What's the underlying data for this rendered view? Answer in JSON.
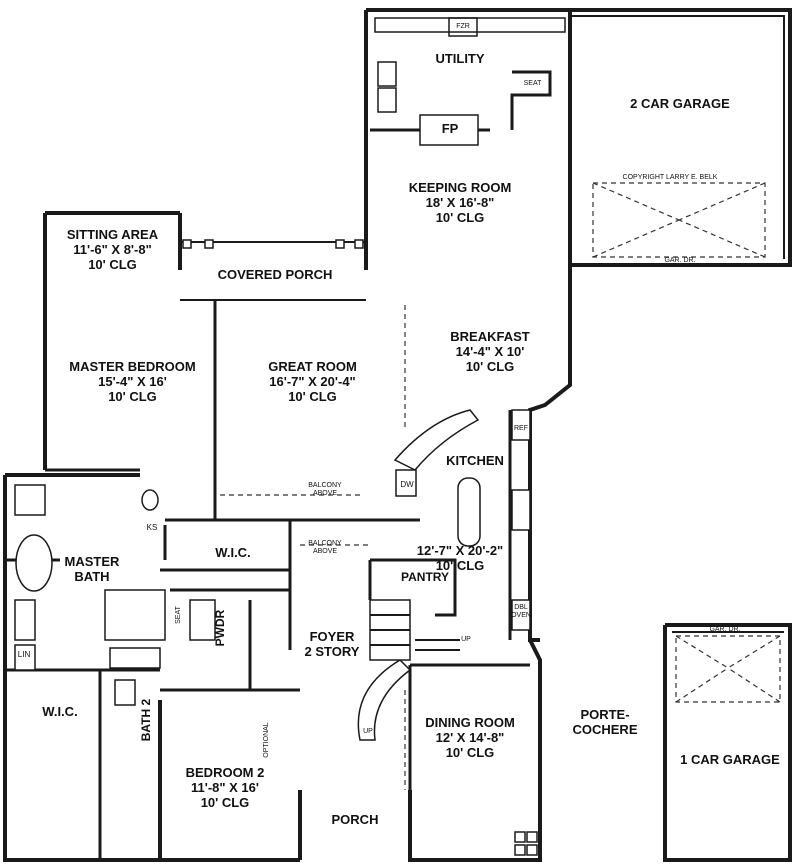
{
  "rooms": {
    "utility": {
      "name": "UTILITY"
    },
    "garage2": {
      "name": "2 CAR GARAGE"
    },
    "keeping": {
      "name": "KEEPING ROOM",
      "size": "18' X 16'-8\"",
      "clg": "10' CLG"
    },
    "sitting": {
      "name": "SITTING AREA",
      "size": "11'-6\" X 8'-8\"",
      "clg": "10' CLG"
    },
    "covered_porch": {
      "name": "COVERED PORCH"
    },
    "breakfast": {
      "name": "BREAKFAST",
      "size": "14'-4\" X 10'",
      "clg": "10' CLG"
    },
    "master_bed": {
      "name": "MASTER BEDROOM",
      "size": "15'-4\" X 16'",
      "clg": "10' CLG"
    },
    "great": {
      "name": "GREAT ROOM",
      "size": "16'-7\" X 20'-4\"",
      "clg": "10' CLG"
    },
    "kitchen": {
      "name": "KITCHEN",
      "size": "12'-7\" X 20'-2\"",
      "clg": "10' CLG"
    },
    "master_bath": {
      "name": "MASTER",
      "name2": "BATH"
    },
    "wic_top": {
      "name": "W.I.C."
    },
    "pantry": {
      "name": "PANTRY"
    },
    "foyer": {
      "name": "FOYER",
      "name2": "2 STORY"
    },
    "pwdr": {
      "name": "PWDR"
    },
    "wic_left": {
      "name": "W.I.C."
    },
    "bath2": {
      "name": "BATH 2"
    },
    "dining": {
      "name": "DINING ROOM",
      "size": "12' X 14'-8\"",
      "clg": "10' CLG"
    },
    "porte": {
      "name": "PORTE-",
      "name2": "COCHERE"
    },
    "garage1": {
      "name": "1 CAR GARAGE"
    },
    "bedroom2": {
      "name": "BEDROOM 2",
      "size": "11'-8\" X 16'",
      "clg": "10' CLG"
    },
    "porch": {
      "name": "PORCH"
    }
  },
  "fixtures": {
    "fp": "FP",
    "fzr": "FZR",
    "seat_top": "SEAT",
    "seat_shower": "SEAT",
    "ref": "REF",
    "dw": "DW",
    "dbl_oven": "DBL OVEN",
    "ks": "KS",
    "lin": "LIN",
    "up1": "UP",
    "up2": "UP",
    "optional": "OPTIONAL",
    "gar_dr_top": "GAR. DR.",
    "gar_dr_right": "GAR. DR.",
    "balcony1": "BALCONY ABOVE",
    "balcony2": "BALCONY ABOVE",
    "copyright": "COPYRIGHT LARRY E. BELK"
  }
}
